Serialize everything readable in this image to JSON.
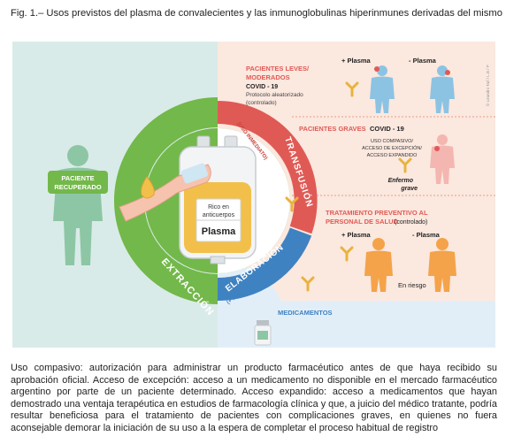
{
  "figure": {
    "title": "Fig. 1.– Usos previstos del plasma de convalecientes y las inmunoglobulinas hiperinmunes derivadas del mismo",
    "caption": "Uso compasivo: autorización para administrar un producto farmacéutico antes de que haya recibido su aprobación oficial. Acceso de excepción: acceso a un medicamento no disponible en el mercado farmacéutico argentino por parte de un paciente determinado. Acceso expandido: acceso a medicamentos que hayan demostrado una ventaja terapéutica en estudios de farmacología clínica y que, a juicio del médico tratante, podría resultar beneficiosa para el tratamiento de pacientes con complicaciones graves, en quienes no fuera aconsejable demorar la iniciación de su uso a la espera de completar el proceso habitual de registro"
  },
  "diagram": {
    "patient_label_1": "PACIENTE",
    "patient_label_2": "RECUPERADO",
    "bag_label_1": "Rico en",
    "bag_label_2": "anticuerpos",
    "bag_plasma": "Plasma",
    "arc_extraccion": "EXTRACCIÓN",
    "arc_transfusion": "TRANSFUSIÓN",
    "arc_transfusion_sub": "(USO INMEDIATO)",
    "arc_elaboracion": "ELABORACIÓN",
    "arc_elaboracion_sub": "(+ 10 MESES)",
    "medicamentos": "MEDICAMENTOS",
    "credit": "© Leandro Tarl / L.B / P",
    "group1": {
      "title_1": "PACIENTES LEVES/",
      "title_2": "MODERADOS",
      "covid": "COVID - 19",
      "protocol_1": "Protocolo aleatorizado",
      "protocol_2": "(controlado)",
      "plus": "+ Plasma",
      "minus": "- Plasma"
    },
    "group2": {
      "title": "PACIENTES GRAVES",
      "covid": "COVID - 19",
      "access_1": "USO COMPASIVO/",
      "access_2": "ACCESO DE EXCEPCIÓN/",
      "access_3": "ACCESO EXPANDIDO",
      "sick_1": "Enfermo",
      "sick_2": "grave"
    },
    "group3": {
      "title_1": "TRATAMIENTO PREVENTIVO AL",
      "title_2": "PERSONAL DE SALUD",
      "controlled": "(controlado)",
      "plus": "+ Plasma",
      "minus": "- Plasma",
      "risk": "En riesgo"
    },
    "colors": {
      "green": "#73b84a",
      "red": "#e05a55",
      "blue": "#3f82c2",
      "salmon_bg": "#fbe8df",
      "green_bg": "#d9ebe8",
      "blue_bg": "#e2eef7",
      "plasma_yellow": "#f2c04a",
      "antibody": "#e8b33c",
      "figure_blue": "#8cc3e3",
      "figure_pink": "#f4b6b0",
      "figure_orange": "#f4a34a",
      "patient_green": "#8dc6a4"
    }
  }
}
